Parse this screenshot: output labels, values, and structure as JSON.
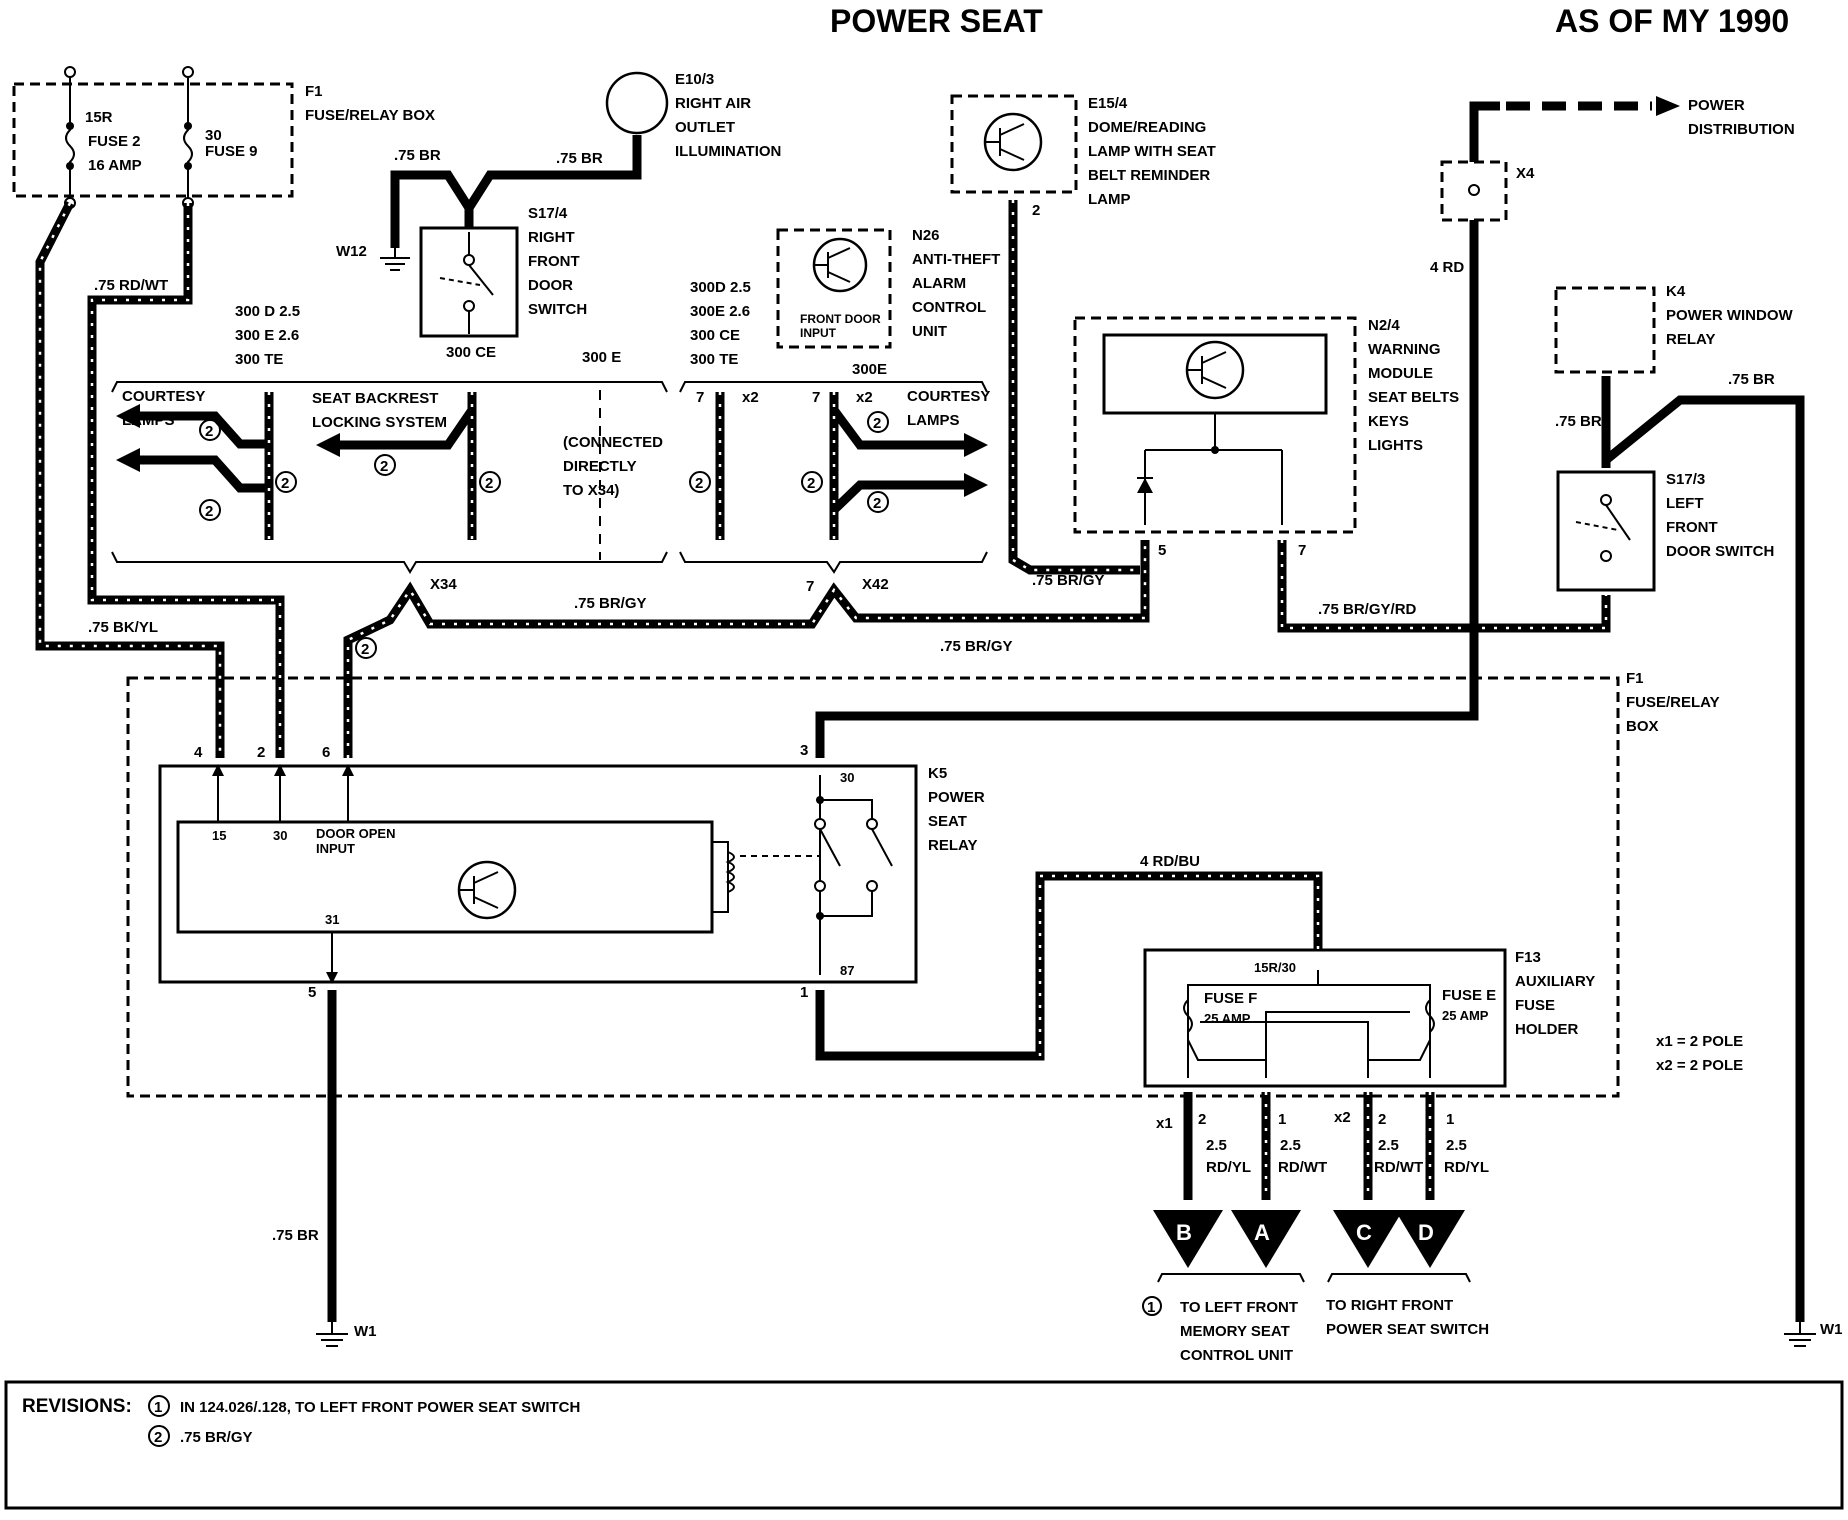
{
  "title": "POWER SEAT",
  "as_of": "AS OF MY 1990",
  "components": {
    "f1_top": {
      "id": "F1",
      "name": "FUSE/RELAY BOX",
      "fuse2_top": "15R",
      "fuse2_name": "FUSE 2",
      "fuse2_amp": "16 AMP",
      "fuse9_top": "30",
      "fuse9_name": "FUSE 9"
    },
    "e10_3": {
      "id": "E10/3",
      "lines": [
        "RIGHT AIR",
        "OUTLET",
        "ILLUMINATION"
      ]
    },
    "s17_4": {
      "id": "S17/4",
      "lines": [
        "RIGHT",
        "FRONT",
        "DOOR",
        "SWITCH"
      ]
    },
    "n26": {
      "id": "N26",
      "lines": [
        "ANTI-THEFT",
        "ALARM",
        "CONTROL",
        "UNIT"
      ],
      "inner": [
        "FRONT DOOR",
        "INPUT"
      ]
    },
    "e15_4": {
      "id": "E15/4",
      "lines": [
        "DOME/READING",
        "LAMP WITH SEAT",
        "BELT REMINDER",
        "LAMP"
      ]
    },
    "x4": {
      "id": "X4"
    },
    "power_dist": {
      "lines": [
        "POWER",
        "DISTRIBUTION"
      ]
    },
    "k4": {
      "id": "K4",
      "lines": [
        "POWER WINDOW",
        "RELAY"
      ]
    },
    "n2_4": {
      "id": "N2/4",
      "lines": [
        "WARNING",
        "MODULE",
        "SEAT BELTS",
        "KEYS",
        "LIGHTS"
      ]
    },
    "s17_3": {
      "id": "S17/3",
      "lines": [
        "LEFT",
        "FRONT",
        "DOOR SWITCH"
      ]
    },
    "f1_main": {
      "id": "F1",
      "lines": [
        "FUSE/RELAY",
        "BOX"
      ]
    },
    "k5": {
      "id": "K5",
      "lines": [
        "POWER",
        "SEAT",
        "RELAY"
      ],
      "pin15": "15",
      "pin30": "30",
      "door_open": [
        "DOOR OPEN",
        "INPUT"
      ],
      "pin31": "31",
      "pin30b": "30",
      "pin87": "87"
    },
    "f13": {
      "id": "F13",
      "lines": [
        "AUXILIARY",
        "FUSE",
        "HOLDER"
      ],
      "top": "15R/30",
      "fuse_f": "FUSE F",
      "fuse_f_amp": "25 AMP",
      "fuse_e": "FUSE E",
      "fuse_e_amp": "25 AMP"
    }
  },
  "models": {
    "left": [
      "300 D 2.5",
      "300 E 2.6",
      "300 TE"
    ],
    "s17_4": "300 CE",
    "e300": "300 E",
    "right": [
      "300D 2.5",
      "300E 2.6",
      "300 CE",
      "300 TE"
    ],
    "r300e": "300E"
  },
  "bracket_text": {
    "courtesy_left": [
      "COURTESY",
      "LAMPS"
    ],
    "seat_backrest": [
      "SEAT BACKREST",
      "LOCKING SYSTEM"
    ],
    "connected": [
      "(CONNECTED",
      "DIRECTLY",
      "TO X34)"
    ],
    "courtesy_right": [
      "COURTESY",
      "LAMPS"
    ]
  },
  "wires": {
    "w_75br_a": ".75 BR",
    "w_75br_b": ".75 BR",
    "w_rdwt": ".75 RD/WT",
    "w_bkyl": ".75 BK/YL",
    "w_brgy_a": ".75 BR/GY",
    "w_brgy_b": ".75 BR/GY",
    "w_brgy_c": ".75 BR/GY",
    "w_4rd": "4 RD",
    "w_k4br": ".75 BR",
    "w_k4br2": ".75 BR",
    "w_brgyrd": ".75 BR/GY/RD",
    "w_rdbu": "4 RD/BU",
    "w_br_w1": ".75 BR"
  },
  "grounds": {
    "w12": "W12",
    "w1_left": "W1",
    "w1_right": "W1"
  },
  "connectors": {
    "x34": "X34",
    "x42": "X42",
    "x1": "x1",
    "x2": "x2",
    "x2b": "x2"
  },
  "pins": {
    "p2": "2",
    "p5": "5",
    "p7": "7",
    "p4": "4",
    "p2b": "2",
    "p6": "6",
    "p3": "3",
    "p5k": "5",
    "p1k": "1",
    "p7a": "7",
    "p7b": "7",
    "p7x42": "7",
    "f13_p2a": "2",
    "f13_p1a": "1",
    "f13_p2b": "2",
    "f13_p1b": "1"
  },
  "out_wires": [
    {
      "gauge": "2.5",
      "color": "RD/YL"
    },
    {
      "gauge": "2.5",
      "color": "RD/WT"
    },
    {
      "gauge": "2.5",
      "color": "RD/WT"
    },
    {
      "gauge": "2.5",
      "color": "RD/YL"
    }
  ],
  "terminals": [
    "B",
    "A",
    "C",
    "D"
  ],
  "circled": {
    "one": "1",
    "two": "2"
  },
  "destinations": {
    "left": [
      "TO LEFT FRONT",
      "MEMORY SEAT",
      "CONTROL UNIT"
    ],
    "right": [
      "TO RIGHT FRONT",
      "POWER SEAT SWITCH"
    ]
  },
  "pole_notes": [
    "x1 = 2 POLE",
    "x2 = 2 POLE"
  ],
  "revisions": {
    "label": "REVISIONS:",
    "r1": "IN 124.026/.128, TO LEFT FRONT POWER SEAT SWITCH",
    "r2": ".75 BR/GY"
  }
}
